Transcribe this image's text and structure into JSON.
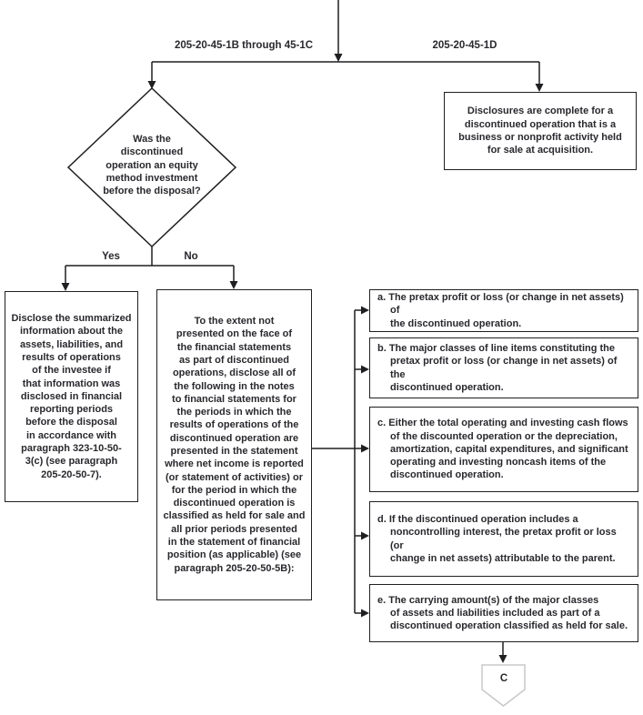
{
  "labels": {
    "top_left_branch": "205-20-45-1B through 45-1C",
    "top_right_branch": "205-20-45-1D",
    "yes": "Yes",
    "no": "No"
  },
  "nodes": {
    "acquisition_disclosure": "Disclosures are complete for a\ndiscontinued operation that is a\nbusiness or nonprofit activity held\nfor sale at acquisition.",
    "equity_method_question": "Was the\ndiscontinued\noperation an equity\nmethod investment\nbefore the disposal?",
    "investee_summary": "Disclose the summarized\ninformation about the\nassets, liabilities, and\nresults of operations\nof the investee if\nthat information was\ndisclosed in financial\nreporting periods\nbefore the disposal\nin accordance with\nparagraph 323-10-50-\n3(c) (see paragraph\n205-20-50-7).",
    "notes_disclosure": "To the extent not\npresented on the face of\nthe financial statements\nas part of discontinued\noperations, disclose all of\nthe following in the notes\nto financial statements for\nthe periods in which the\nresults of operations of the\ndiscontinued operation are\npresented in the statement\nwhere net income is reported\n(or statement of activities) or\nfor the period in which the\ndiscontinued operation is\nclassified as held for sale and\nall prior periods presented\nin the statement of financial\nposition (as applicable) (see\nparagraph 205-20-50-5B):",
    "items": [
      "a. The pretax profit or loss (or change in net assets) of\nthe discontinued operation.",
      "b. The major classes of line items constituting the\npretax profit or loss (or change in net assets) of the\ndiscontinued operation.",
      "c. Either the total operating and investing cash flows\nof the discounted operation or the depreciation,\namortization, capital expenditures, and significant\noperating and investing noncash items of the\ndiscontinued operation.",
      "d. If the discontinued operation includes a\nnoncontrolling interest, the pretax profit or loss (or\nchange in net assets) attributable to the parent.",
      "e. The carrying amount(s) of the major classes\nof assets and liabilities included as part of a\ndiscontinued operation classified as held for sale."
    ],
    "offpage_connector": "C"
  },
  "colors": {
    "line": "#1f1e21",
    "text": "#29282d",
    "connector_border": "#c8c8c8",
    "background": "#ffffff"
  }
}
